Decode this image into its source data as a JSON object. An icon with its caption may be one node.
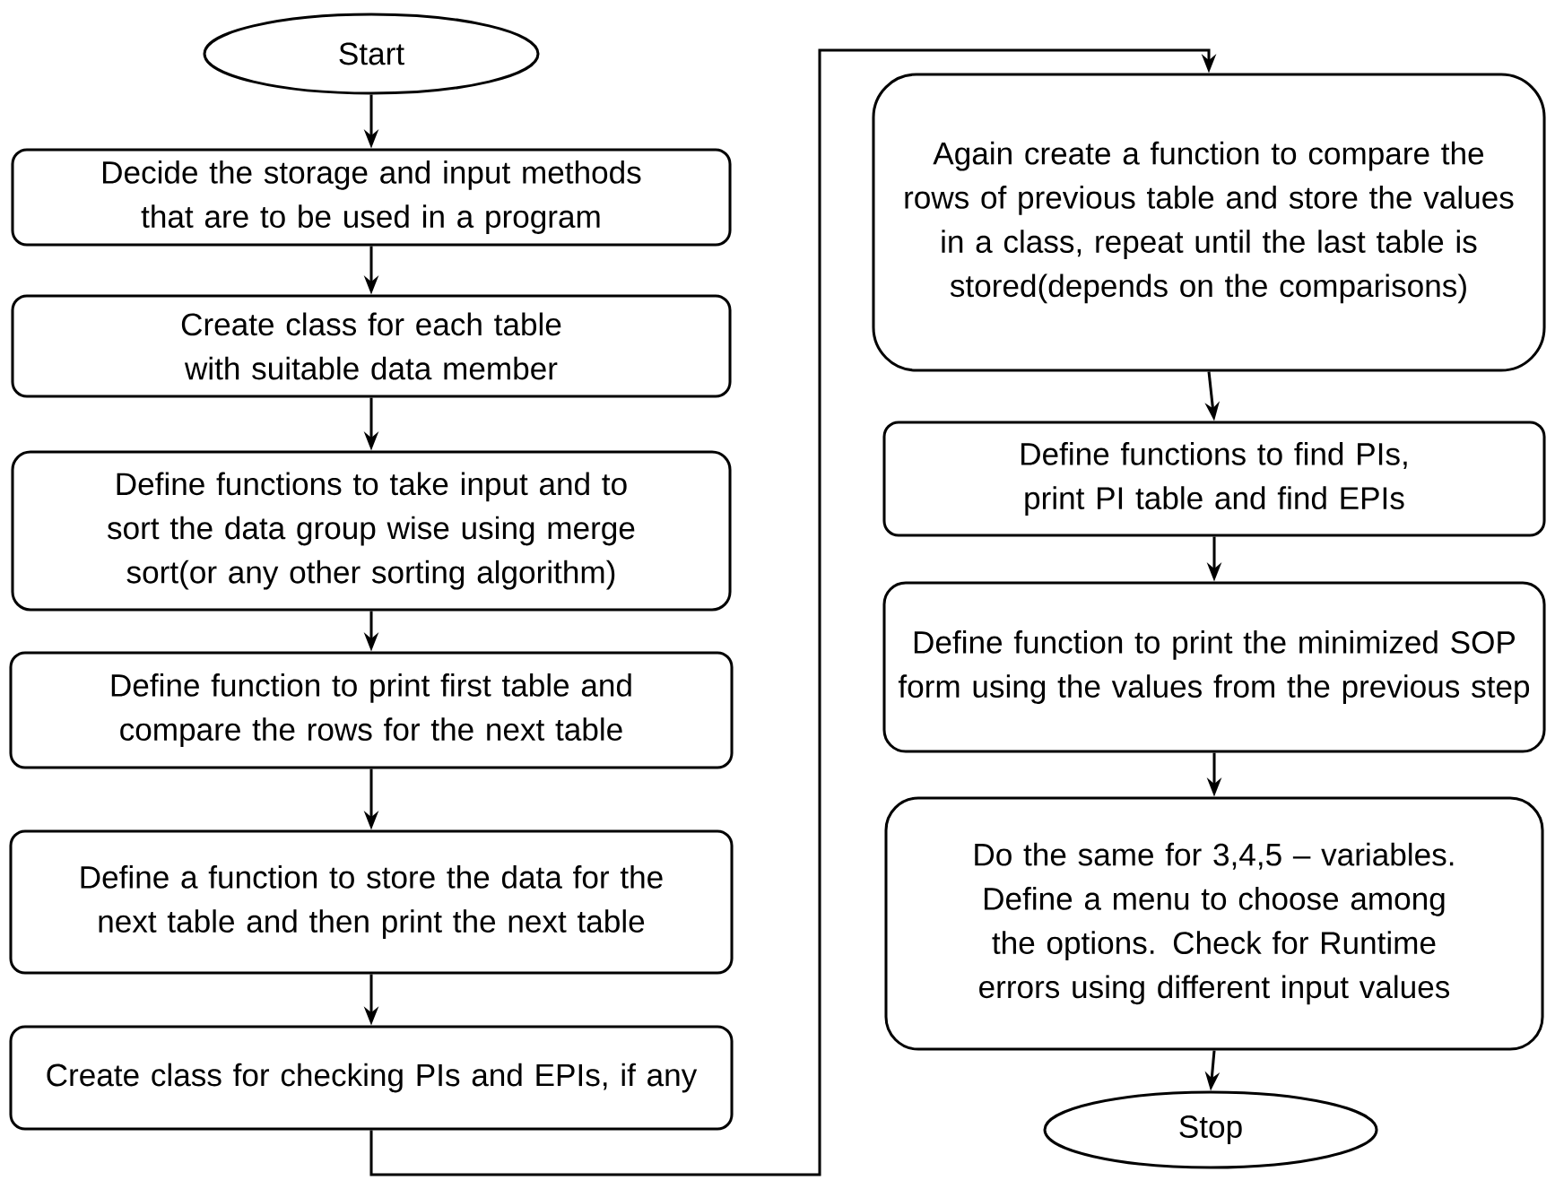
{
  "diagram": {
    "nodes": [
      {
        "text": [
          "Start"
        ]
      },
      {
        "text": [
          "Decide the storage and input methods that are to be used in a program"
        ]
      },
      {
        "text": [
          "Create class for each table with suitable data member"
        ]
      },
      {
        "text": [
          "Define functions to take input and to sort the data group wise using merge sort(or any other sorting algorithm)"
        ]
      },
      {
        "text": [
          "Define function to print first table and compare the rows for the next table"
        ]
      },
      {
        "text": [
          "Define a function to store the data for the next table and then print the next table"
        ]
      },
      {
        "text": [
          "Create class for checking PIs and EPIs, if any"
        ]
      },
      {
        "text": [
          "Again create a function to compare the rows of previous table and store the values in a class, repeat until the last table is stored(depends on the comparisons)"
        ]
      },
      {
        "text": [
          "Define functions to find PIs, print PI table and find EPIs"
        ]
      },
      {
        "text": [
          "Define function to print the minimized SOP form using the values from the previous step"
        ]
      },
      {
        "text": [
          "Do the same for 3,4,5 – variables. Define a menu to choose among the options. Check for Runtime errors using different input values"
        ]
      },
      {
        "text": [
          "Stop"
        ]
      }
    ],
    "edges": [
      {
        "from": 0,
        "to": 1,
        "arrow": "to"
      },
      {
        "from": 1,
        "to": 2,
        "arrow": "to"
      },
      {
        "from": 2,
        "to": 3,
        "arrow": "to"
      },
      {
        "from": 3,
        "to": 4,
        "arrow": "to"
      },
      {
        "from": 4,
        "to": 5,
        "arrow": "to"
      },
      {
        "from": 5,
        "to": 6,
        "arrow": "to"
      },
      {
        "from": 6,
        "to": 7,
        "arrow": "to"
      },
      {
        "from": 7,
        "to": 8,
        "arrow": "to"
      },
      {
        "from": 8,
        "to": 9,
        "arrow": "to"
      },
      {
        "from": 9,
        "to": 10,
        "arrow": "to"
      },
      {
        "from": 10,
        "to": 11,
        "arrow": "to"
      }
    ]
  }
}
